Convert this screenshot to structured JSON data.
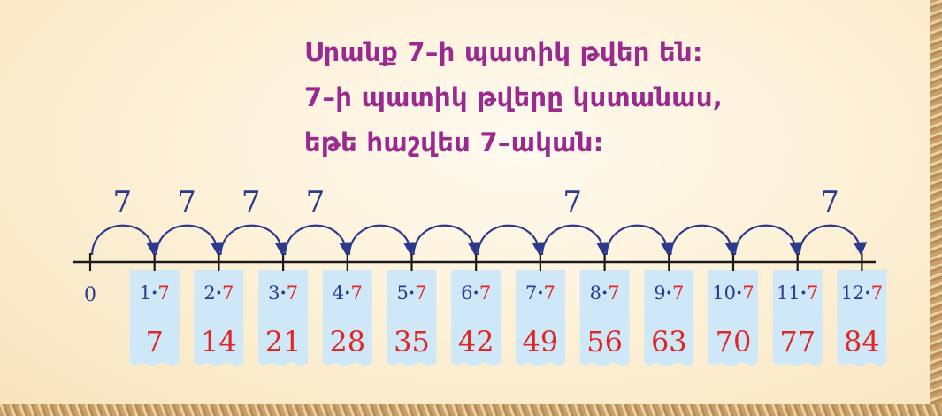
{
  "text_lines": [
    "Սրանք 7–ի պատիկ թվեր են:",
    "7–ի պատիկ թվերը կստանաս,",
    "եթե հաշվես 7–ական:"
  ],
  "zero_label": "0",
  "jump_label": "7",
  "jump_label_indices": [
    0,
    1,
    2,
    3,
    7,
    11
  ],
  "multiplier": "7",
  "dot": "·",
  "factors": [
    "1",
    "2",
    "3",
    "4",
    "5",
    "6",
    "7",
    "8",
    "9",
    "10",
    "11",
    "12"
  ],
  "products": [
    "7",
    "14",
    "21",
    "28",
    "35",
    "42",
    "49",
    "56",
    "63",
    "70",
    "77",
    "84"
  ],
  "colors": {
    "text": "#9a2a8e",
    "blue": "#2b3a8c",
    "red": "#e02626",
    "card": "#cfe8f8"
  }
}
